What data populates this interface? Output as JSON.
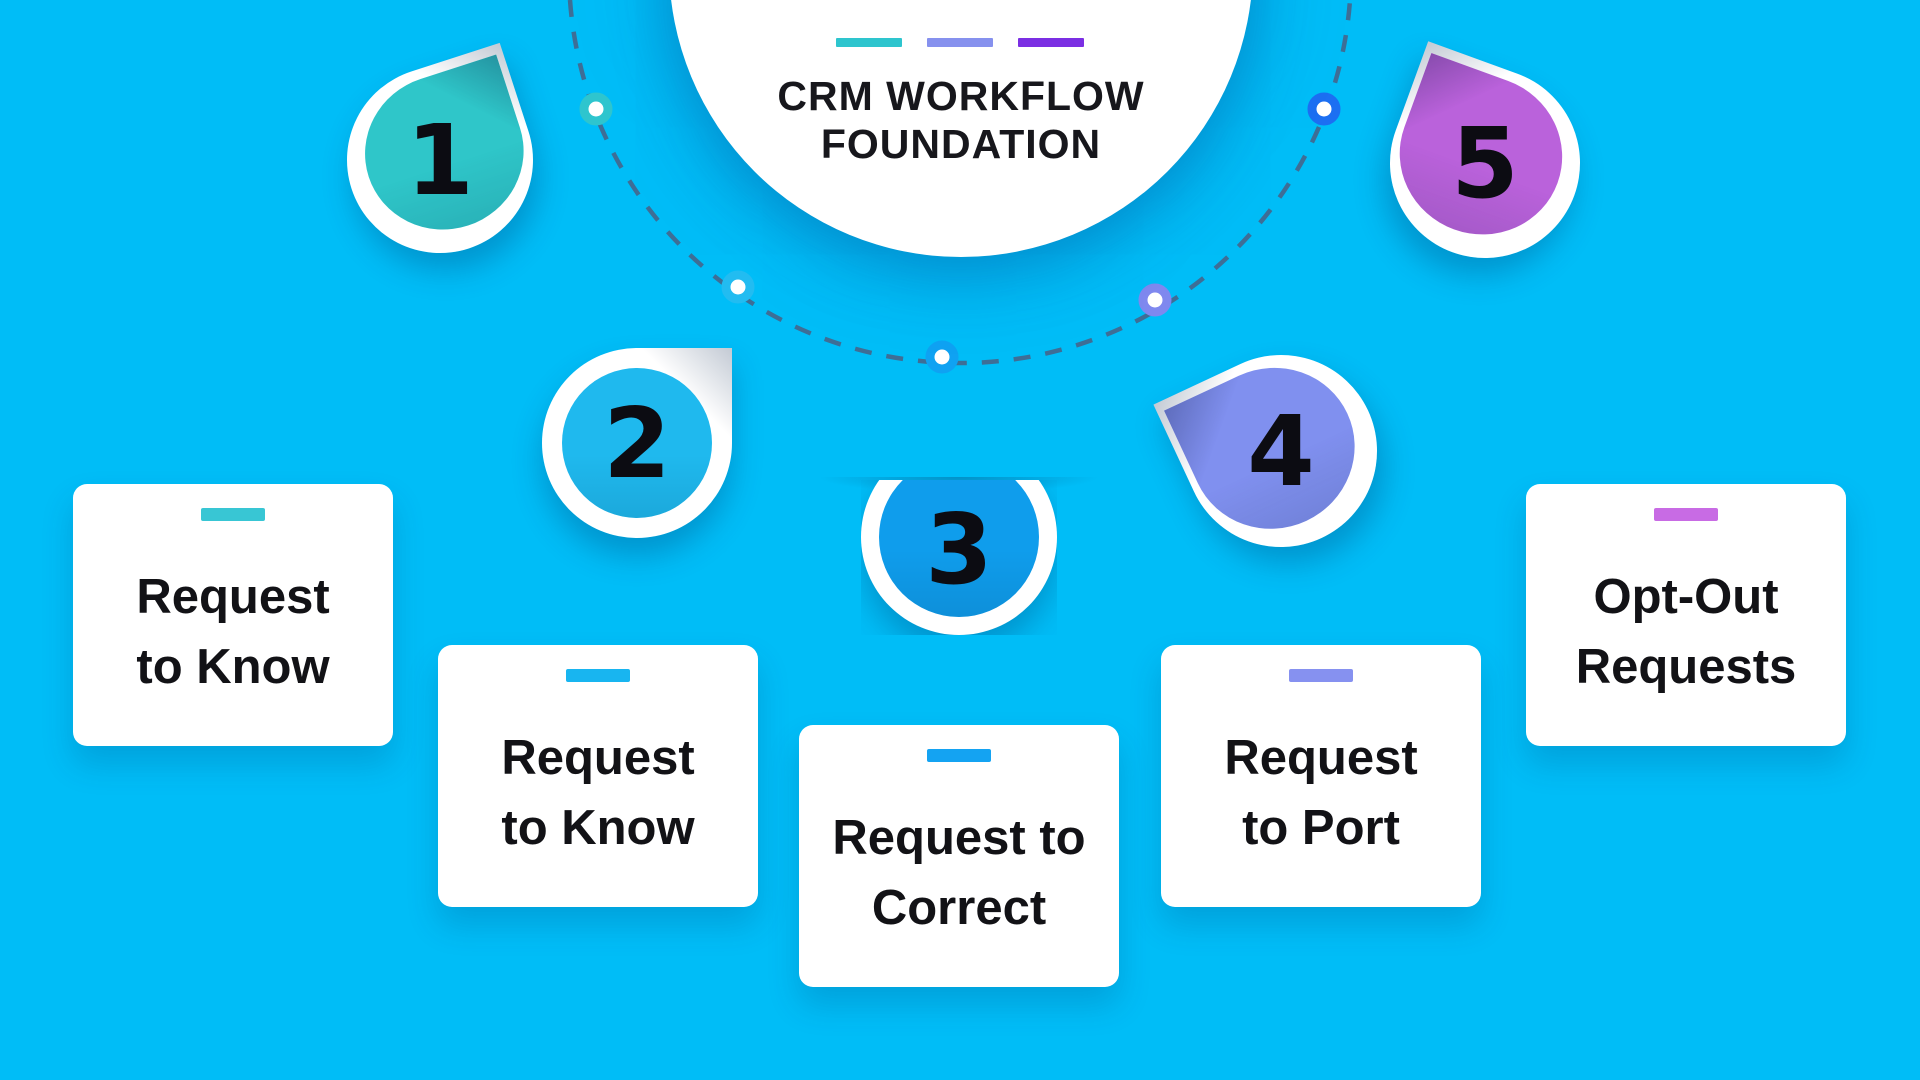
{
  "background": {
    "color": "#00BDF7"
  },
  "header": {
    "title_line1": "CRM WORKFLOW",
    "title_line2": "FOUNDATION",
    "accent_dashes": [
      {
        "name": "teal-dash",
        "color": "#2EC5CE"
      },
      {
        "name": "periwinkle-dash",
        "color": "#8691EE"
      },
      {
        "name": "purple-dash",
        "color": "#7B2FE3"
      }
    ]
  },
  "steps": [
    {
      "number": "1",
      "label_line1": "Request",
      "label_line2": "to Know",
      "label": "Request to Know",
      "badge_color": "#2FC6C9",
      "dash_color": "#38C6D4"
    },
    {
      "number": "2",
      "label_line1": "Request",
      "label_line2": "to Know",
      "label": "Request to Know",
      "badge_color": "#1FB9EE",
      "dash_color": "#18B5F0"
    },
    {
      "number": "3",
      "label_line1": "Request to",
      "label_line2": "Correct",
      "label": "Request to Correct",
      "badge_color": "#0F9DEC",
      "dash_color": "#14A3F2"
    },
    {
      "number": "4",
      "label_line1": "Request",
      "label_line2": "to Port",
      "label": "Request to Port",
      "badge_color": "#8090EF",
      "dash_color": "#8691F0"
    },
    {
      "number": "5",
      "label_line1": "Opt-Out",
      "label_line2": "Requests",
      "label": "Opt-Out Requests",
      "badge_color": "#BA62DB",
      "dash_color": "#C86BE4"
    }
  ],
  "arc": {
    "line_color": "#4E5A7D",
    "dots": [
      {
        "name": "teal-ring-dot",
        "color": "#2EC5CE"
      },
      {
        "name": "cyan-ring-dot",
        "color": "#22BCF1"
      },
      {
        "name": "blue-ring-dot",
        "color": "#0FA2F2"
      },
      {
        "name": "periwinkle-ring-dot",
        "color": "#7F88EF"
      },
      {
        "name": "royal-blue-ring-dot",
        "color": "#1C6FF2"
      }
    ]
  }
}
